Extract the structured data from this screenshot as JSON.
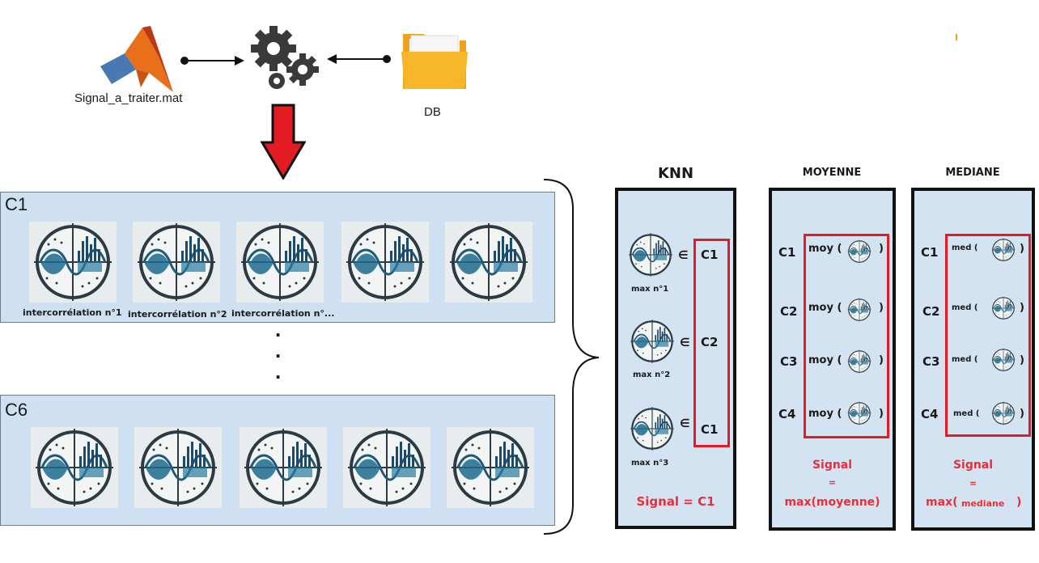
{
  "pipeline": {
    "input_file_label": "Signal_a_traiter.mat",
    "database_label": "DB"
  },
  "correlation_panels": [
    {
      "label": "C1",
      "captions": [
        "intercorrélation n°1",
        "intercorrélation n°2",
        "intercorrélation n°...",
        "",
        ""
      ]
    },
    {
      "label": "C6",
      "captions": [
        "",
        "",
        "",
        "",
        ""
      ]
    }
  ],
  "ellipsis": ".",
  "methods": {
    "knn": {
      "title": "KNN",
      "items": [
        {
          "max_label": "max n°1",
          "symbol": "∈",
          "class": "C1"
        },
        {
          "max_label": "max n°2",
          "symbol": "∈",
          "class": "C2"
        },
        {
          "max_label": "max n°3",
          "symbol": "∈",
          "class": "C1"
        }
      ],
      "result": "Signal = C1"
    },
    "moyenne": {
      "title": "MOYENNE",
      "func_open": "moy (",
      "func_close": ")",
      "classes": [
        "C1",
        "C2",
        "C3",
        "C4"
      ],
      "result_lines": [
        "Signal",
        "=",
        "max(moyenne)"
      ]
    },
    "mediane": {
      "title": "MEDIANE",
      "func_open": "med (",
      "func_close": ")",
      "classes": [
        "C1",
        "C2",
        "C3",
        "C4"
      ],
      "result_lines": [
        "Signal",
        "=",
        "max(",
        "mediane",
        ")"
      ]
    }
  },
  "colors": {
    "panel_fill": "#cfe0f1",
    "highlight_red": "#e31b23",
    "arrow_red": "#e31b23",
    "folder_orange": "#f5a623"
  },
  "icons": [
    "matlab-logo-icon",
    "gears-icon",
    "folder-icon",
    "correlation-signal-icon"
  ]
}
